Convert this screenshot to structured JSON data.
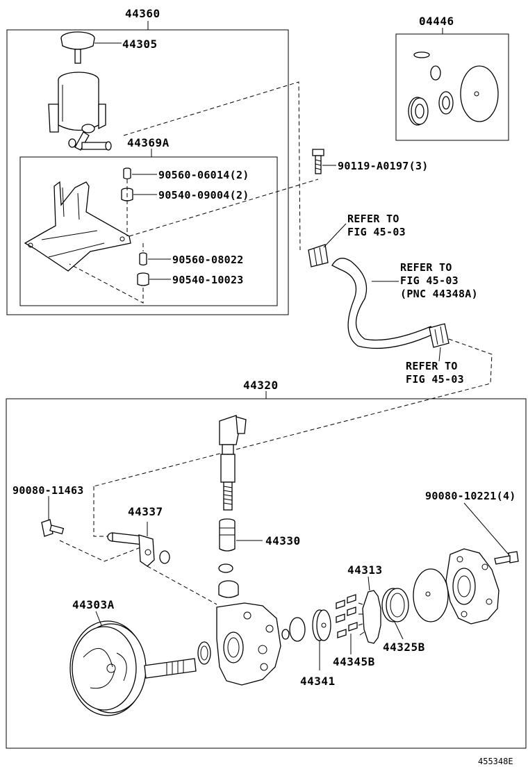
{
  "groups": {
    "reservoir_assy": "44360",
    "bracket_assy": "44369A",
    "gasket_kit": "04446",
    "pump_assy": "44320"
  },
  "labels": {
    "cap": "44305",
    "collar_1": "90560-06014(2)",
    "cushion_1": "90540-09004(2)",
    "collar_2": "90560-08022",
    "cushion_2": "90540-10023",
    "bolt_top": "90119-A0197(3)",
    "refer_clip_1": [
      "REFER TO",
      "FIG 45-03"
    ],
    "refer_hose": [
      "REFER TO",
      "FIG 45-03",
      "(PNC 44348A)"
    ],
    "refer_clip_2": [
      "REFER TO",
      "FIG 45-03"
    ],
    "union_bolt": "90080-11463",
    "union": "44337",
    "control_valve": "44330",
    "bolt_cover": "90080-10221(4)",
    "pulley": "44303A",
    "cam_ring": "44313",
    "plate": "44341",
    "vane": "44345B",
    "seal": "44325B"
  },
  "diagram_code": "455348E"
}
